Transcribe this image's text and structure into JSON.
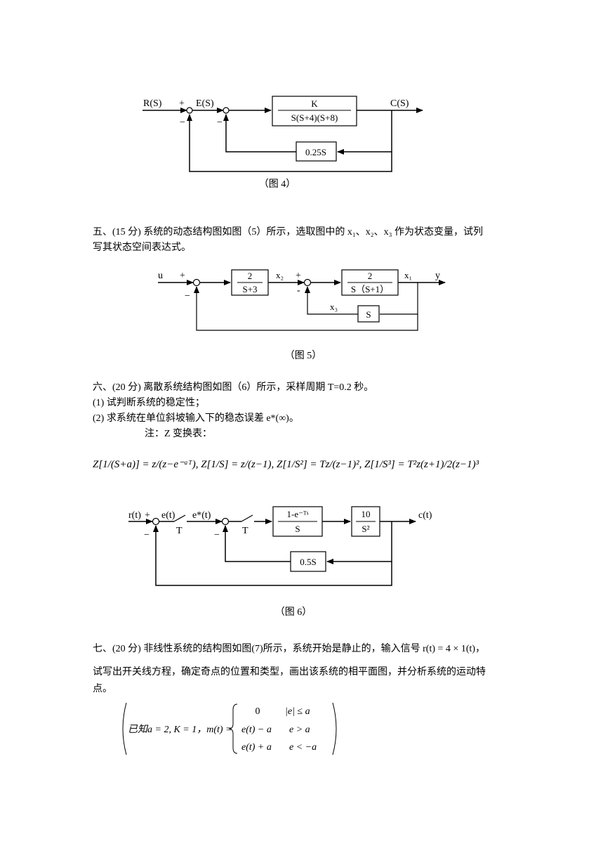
{
  "fig4": {
    "caption": "（图 4）",
    "r_label": "R(S)",
    "plus": "+",
    "minus": "−",
    "e_label": "E(S)",
    "forward_num": "K",
    "forward_den": "S(S+4)(S+8)",
    "c_label": "C(S)",
    "feedback": "0.25S"
  },
  "q5": {
    "line1": "五、(15 分) 系统的动态结构图如图（5）所示，选取图中的 x₁、x₂、x₃ 作为状态变量，试列",
    "line2": "写其状态空间表达式。"
  },
  "fig5": {
    "caption": "（图 5）",
    "u": "u",
    "plus": "+",
    "minus": "−",
    "minus2": "-",
    "block1_num": "2",
    "block1_den": "S+3",
    "x2": "x₂",
    "block2_num": "2",
    "block2_den": "S（S+1）",
    "x1": "x₁",
    "y": "y",
    "x3": "x₃",
    "feedback": "S"
  },
  "q6": {
    "line1": "六、(20 分) 离散系统结构图如图（6）所示，采样周期 T=0.2 秒。",
    "line2": "(1) 试判断系统的稳定性；",
    "line3": "(2) 求系统在单位斜坡输入下的稳态误差 e*(∞)。",
    "note": "注：Z 变换表：",
    "ztable": "Z[1/(S+a)] = z/(z−e⁻ᵃᵀ), Z[1/S] = z/(z−1), Z[1/S²] = Tz/(z−1)², Z[1/S³] = T²z(z+1)/2(z−1)³"
  },
  "fig6": {
    "caption": "（图 6）",
    "r": "r(t)",
    "plus": "+",
    "minus": "−",
    "e": "e(t)",
    "estar": "e*(t)",
    "T": "T",
    "zoh_num": "1-e⁻ᵀˢ",
    "zoh_den": "S",
    "g_num": "10",
    "g_den": "S²",
    "c": "c(t)",
    "feedback": "0.5S"
  },
  "q7": {
    "line1": "七、(20 分) 非线性系统的结构图如图(7)所示，系统开始是静止的，输入信号 r(t) = 4 × 1(t)，",
    "line2": "试写出开关线方程，确定奇点的位置和类型，画出该系统的相平面图，并分析系统的运动特",
    "line3": "点。",
    "given_prefix": "已知a = 2, K = 1，m(t) =",
    "case1_val": "0",
    "case1_cond": "|e| ≤ a",
    "case2_val": "e(t) − a",
    "case2_cond": "e > a",
    "case3_val": "e(t) + a",
    "case3_cond": "e < −a"
  }
}
